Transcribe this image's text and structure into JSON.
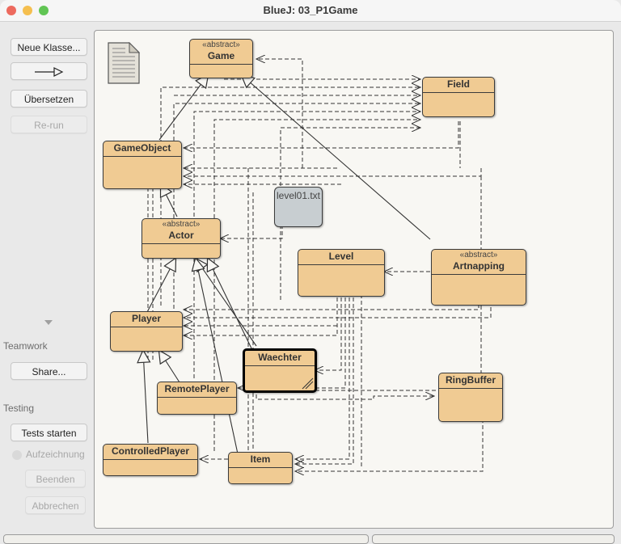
{
  "window": {
    "title": "BlueJ:  03_P1Game"
  },
  "toolbar": {
    "new_class_label": "Neue Klasse...",
    "arrow_label": "—▷",
    "compile_label": "Übersetzen",
    "rerun_label": "Re-run"
  },
  "teamwork": {
    "section_label": "Teamwork",
    "share_label": "Share..."
  },
  "testing": {
    "section_label": "Testing",
    "run_tests_label": "Tests starten",
    "recording_label": "Aufzeichnung",
    "end_label": "Beenden",
    "cancel_label": "Abbrechen"
  },
  "diagram": {
    "readme_icon": "document-icon",
    "classes": {
      "game": {
        "stereotype": "«abstract»",
        "name": "Game"
      },
      "field": {
        "name": "Field"
      },
      "gameobject": {
        "name": "GameObject"
      },
      "actor": {
        "stereotype": "«abstract»",
        "name": "Actor"
      },
      "level": {
        "name": "Level"
      },
      "artnapping": {
        "stereotype": "«abstract»",
        "name": "Artnapping"
      },
      "player": {
        "name": "Player"
      },
      "waechter": {
        "name": "Waechter"
      },
      "remoteplayer": {
        "name": "RemotePlayer"
      },
      "ringbuffer": {
        "name": "RingBuffer"
      },
      "controlledplayer": {
        "name": "ControlledPlayer"
      },
      "item": {
        "name": "Item"
      }
    },
    "files": {
      "level01": {
        "name": "level01.txt"
      }
    },
    "colors": {
      "class_fill": "#f0cb93",
      "file_fill": "#c8ced1",
      "canvas_bg": "#f8f7f3"
    }
  }
}
